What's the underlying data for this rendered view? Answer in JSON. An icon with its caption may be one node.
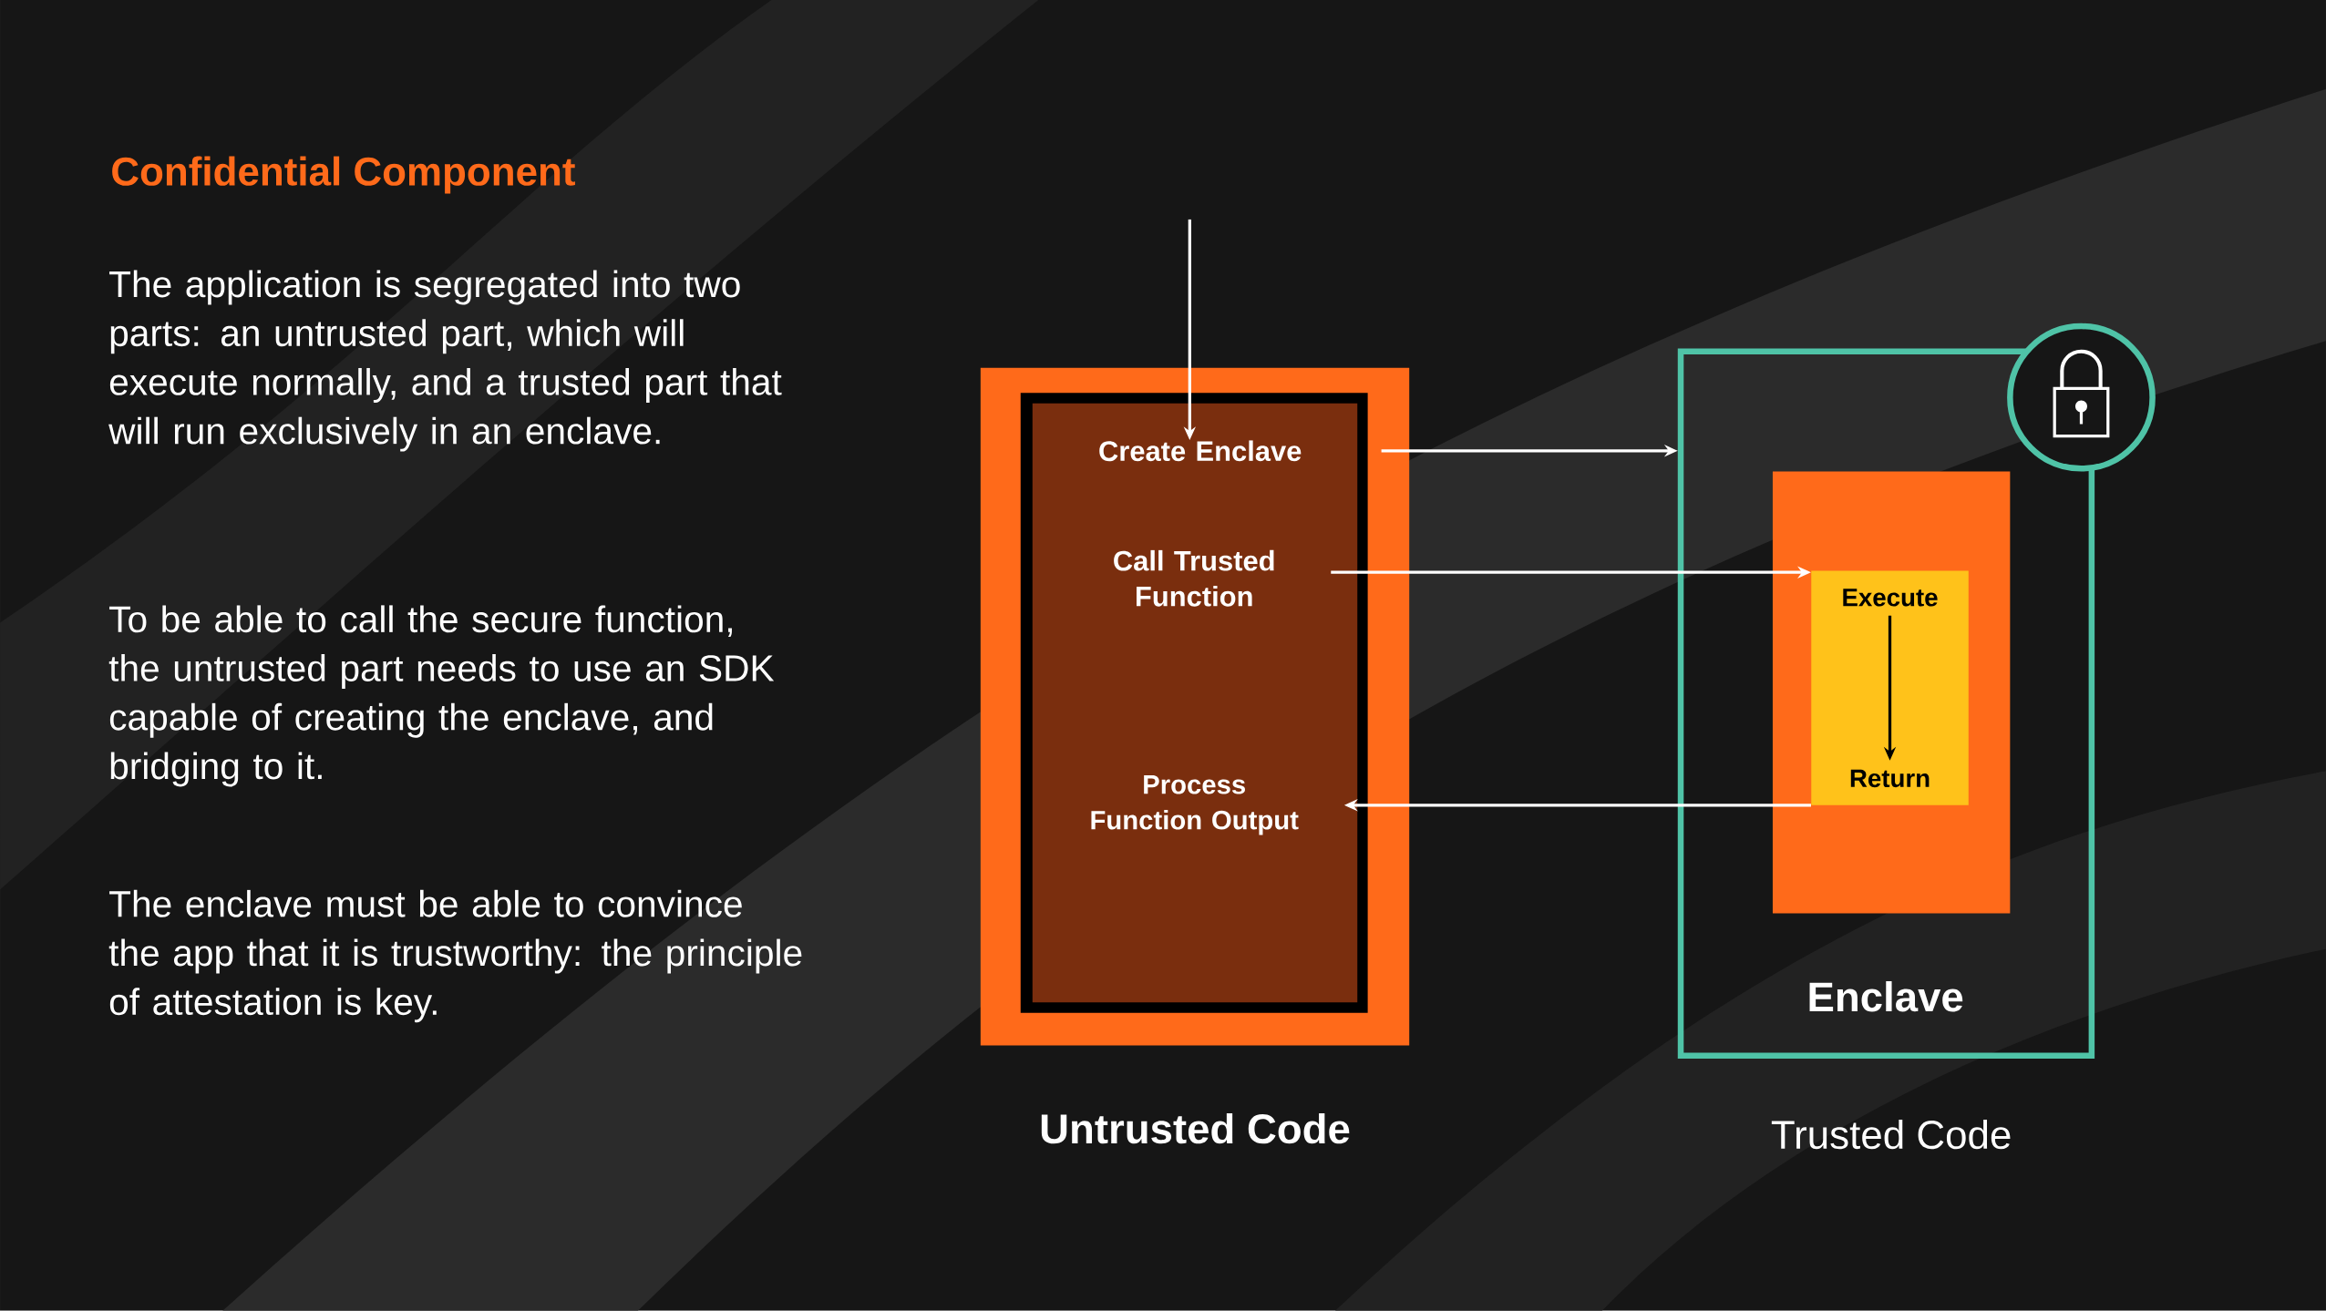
{
  "diagram": {
    "title": "Confidential Component",
    "nodes": [
      {
        "text": [
          "Untrusted Code"
        ]
      },
      {
        "text": [
          "Create Enclave"
        ],
        "in": 0
      },
      {
        "text": [
          "Call Trusted Function"
        ],
        "in": 0
      },
      {
        "text": [
          "Process Function Output"
        ],
        "in": 0
      },
      {
        "text": [
          "Enclave",
          "Trusted Code"
        ]
      },
      {
        "text": [],
        "shape": "box",
        "in": 4
      },
      {
        "text": [],
        "shape": "box",
        "in": 5
      },
      {
        "text": [
          "Execute"
        ],
        "in": 6
      },
      {
        "text": [
          "Return"
        ],
        "in": 6
      }
    ],
    "edges": [
      {
        "from": null,
        "to": 1,
        "arrow": "to"
      },
      {
        "from": 1,
        "to": 4,
        "arrow": "to"
      },
      {
        "from": 2,
        "to": 6,
        "arrow": "to"
      },
      {
        "from": 8,
        "to": 3,
        "arrow": "to"
      },
      {
        "from": 7,
        "to": 8,
        "arrow": "to",
        "color": "#000000"
      }
    ],
    "labels": [
      "The application is segregated into two parts: an untrusted part, which will execute normally, and a trusted part that will run exclusively in an enclave.",
      "To be able to call the secure function, the untrusted part needs to use an SDK capable of creating the enclave, and bridging to it.",
      "The enclave must be able to convince the app that it is trustworthy: the principle of attestation is key."
    ]
  }
}
